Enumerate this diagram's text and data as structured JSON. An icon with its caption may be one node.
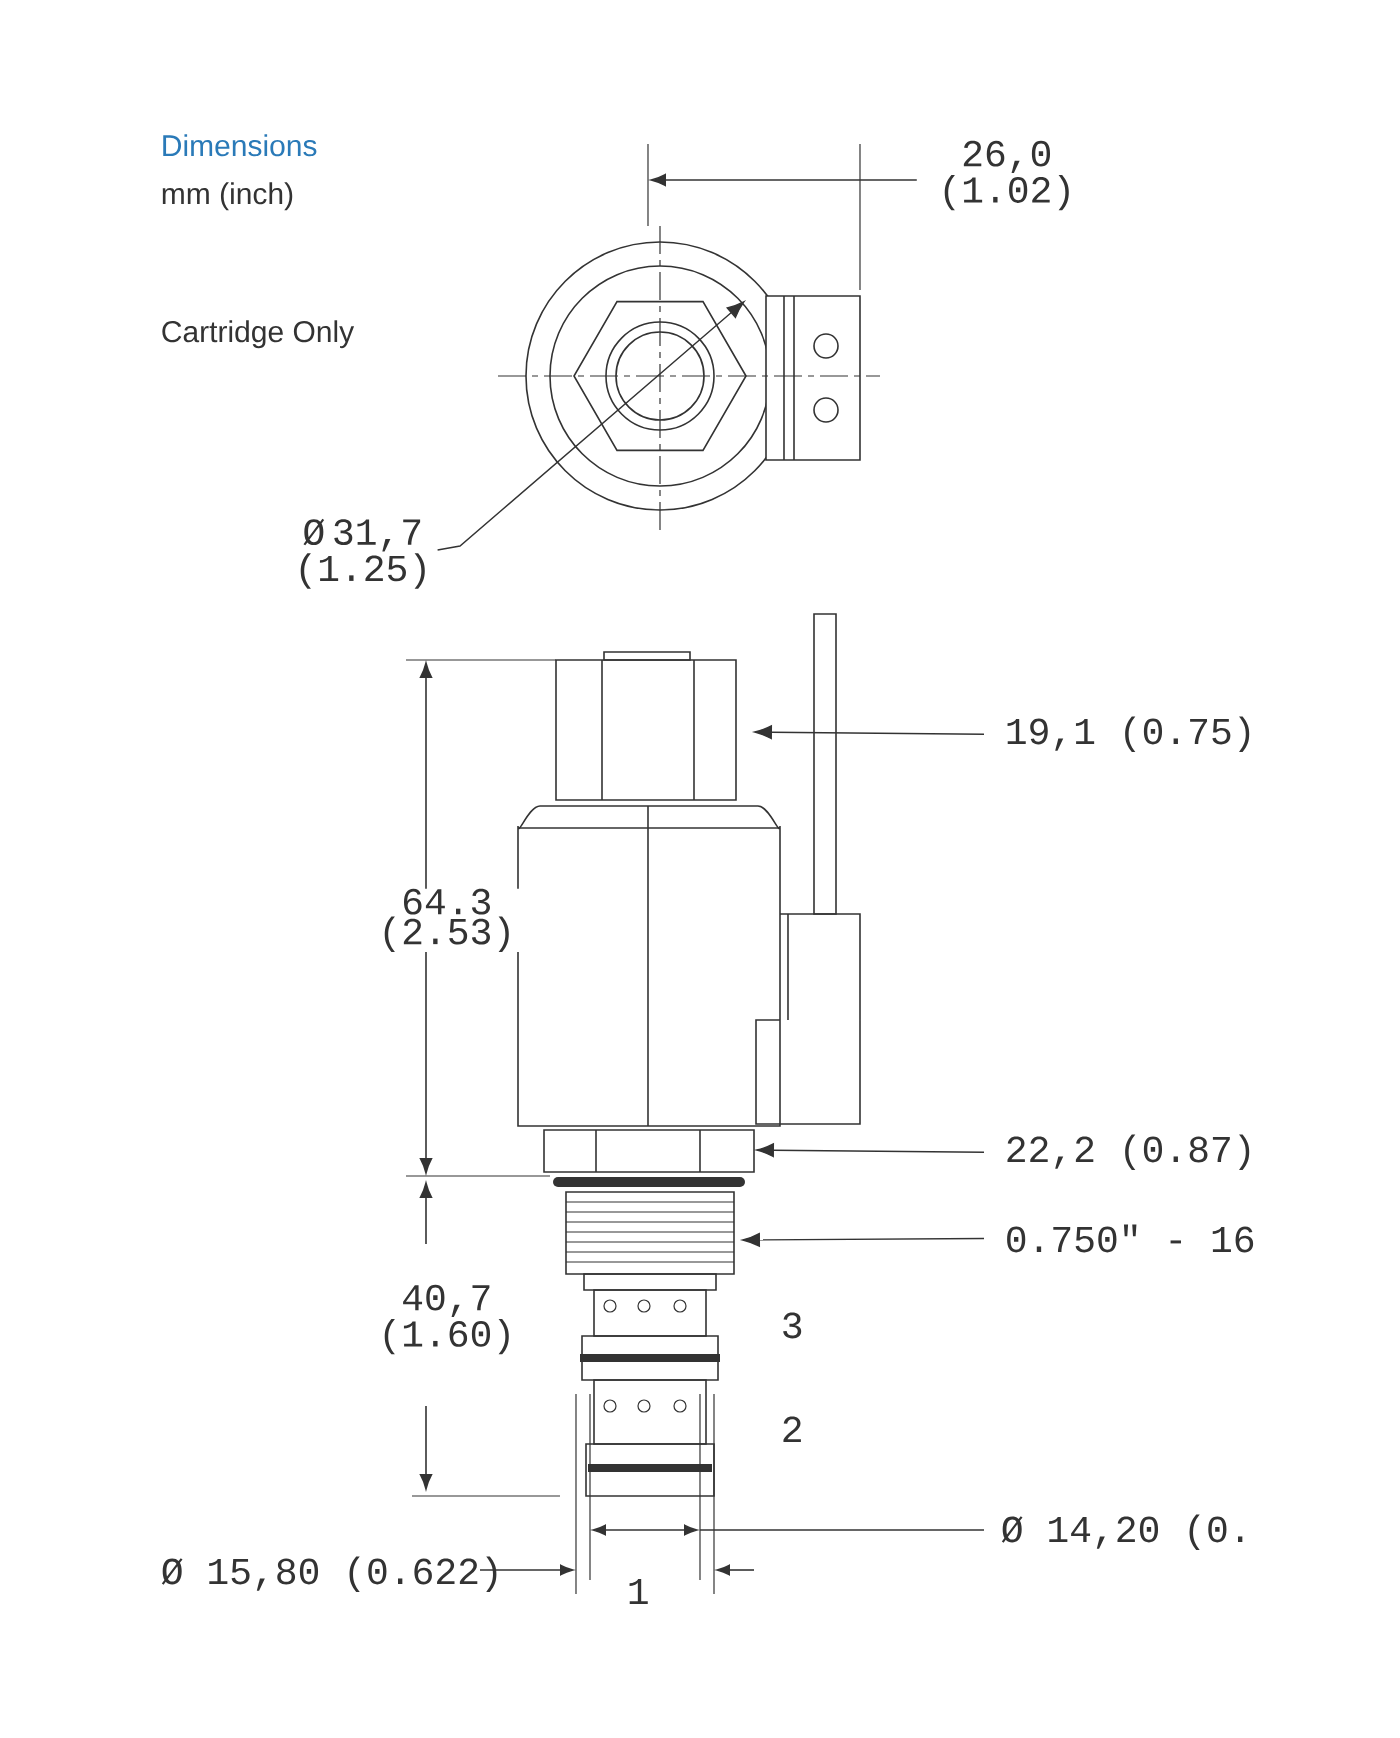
{
  "diagram": {
    "title": "Dimensions",
    "nodes": [
      {
        "text": [
          "Ø 31,7 (1.25)"
        ]
      },
      {
        "text": [
          "19,1 (0.75)"
        ]
      },
      {
        "text": [
          "22,2 (0.87)"
        ]
      },
      {
        "text": [
          "0.750\" - 16"
        ]
      }
    ],
    "edges": [
      {
        "from": 0,
        "to": null,
        "arrow": "to"
      },
      {
        "from": 1,
        "to": null,
        "arrow": "to"
      },
      {
        "from": 2,
        "to": null,
        "arrow": "to"
      },
      {
        "from": 3,
        "to": null,
        "arrow": "to"
      }
    ],
    "labels": [
      "mm (inch)",
      "Cartridge Only",
      "26,0 (1.02)",
      "64.3 (2.53)",
      "40,7 (1.60)",
      "3",
      "2",
      "Ø 14,20 (0.",
      "Ø 15,80 (0.622)",
      "1"
    ]
  }
}
